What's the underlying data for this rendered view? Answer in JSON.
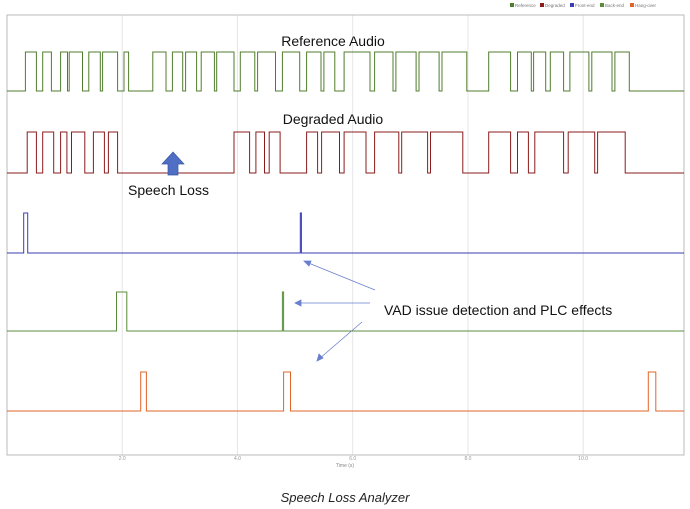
{
  "caption": "Speech Loss Analyzer",
  "annotations": {
    "reference": "Reference Audio",
    "degraded": "Degraded Audio",
    "speech_loss": "Speech Loss",
    "vad": "VAD issue detection and PLC effects"
  },
  "chart_data": {
    "type": "line",
    "xlabel": "Time (s)",
    "xlim": [
      0,
      11.75
    ],
    "xticks": [
      2.0,
      4.0,
      6.0,
      8.0,
      10.0
    ],
    "xtick_labels": [
      "2.0",
      "4.0",
      "6.0",
      "8.0",
      "10.0"
    ],
    "grid": true,
    "legend_position": "top-right",
    "series": [
      {
        "name": "Reference",
        "color": "#4f7d2c",
        "intervals": [
          [
            0.32,
            0.51
          ],
          [
            0.62,
            0.77
          ],
          [
            0.93,
            1.05
          ],
          [
            1.08,
            1.31
          ],
          [
            1.42,
            1.62
          ],
          [
            1.66,
            1.92
          ],
          [
            2.03,
            2.11
          ],
          [
            2.53,
            2.76
          ],
          [
            2.87,
            3.05
          ],
          [
            3.1,
            3.29
          ],
          [
            3.37,
            3.6
          ],
          [
            3.64,
            3.94
          ],
          [
            4.05,
            4.3
          ],
          [
            4.35,
            4.66
          ],
          [
            4.78,
            5.08
          ],
          [
            5.2,
            5.45
          ],
          [
            5.5,
            5.69
          ],
          [
            5.85,
            6.3
          ],
          [
            6.38,
            6.7
          ],
          [
            6.75,
            7.1
          ],
          [
            7.15,
            7.5
          ],
          [
            7.55,
            7.98
          ],
          [
            8.36,
            8.74
          ],
          [
            8.86,
            9.1
          ],
          [
            9.14,
            9.35
          ],
          [
            9.43,
            9.66
          ],
          [
            9.77,
            10.1
          ],
          [
            10.15,
            10.5
          ],
          [
            10.55,
            10.8
          ]
        ]
      },
      {
        "name": "Degraded",
        "color": "#8b1c1c",
        "intervals": [
          [
            0.35,
            0.51
          ],
          [
            0.62,
            0.81
          ],
          [
            0.93,
            1.04
          ],
          [
            1.12,
            1.35
          ],
          [
            1.5,
            1.69
          ],
          [
            1.76,
            1.92
          ],
          [
            3.94,
            4.21
          ],
          [
            4.32,
            4.47
          ],
          [
            4.55,
            4.74
          ],
          [
            5.2,
            5.39
          ],
          [
            5.46,
            5.77
          ],
          [
            5.85,
            6.23
          ],
          [
            6.38,
            6.8
          ],
          [
            6.85,
            7.3
          ],
          [
            7.35,
            7.91
          ],
          [
            8.36,
            8.74
          ],
          [
            8.86,
            9.05
          ],
          [
            9.16,
            9.66
          ],
          [
            9.74,
            10.2
          ],
          [
            10.25,
            10.73
          ]
        ]
      },
      {
        "name": "Front-end",
        "color": "#3a3db4",
        "intervals": [
          [
            0.29,
            0.36
          ],
          [
            5.09,
            5.11
          ]
        ]
      },
      {
        "name": "Back-end",
        "color": "#5b8c3b",
        "intervals": [
          [
            1.9,
            2.08
          ],
          [
            4.78,
            4.8
          ]
        ]
      },
      {
        "name": "Hang-over",
        "color": "#e0642b",
        "intervals": [
          [
            2.32,
            2.42
          ],
          [
            4.8,
            4.92
          ],
          [
            11.13,
            11.26
          ]
        ]
      }
    ]
  }
}
